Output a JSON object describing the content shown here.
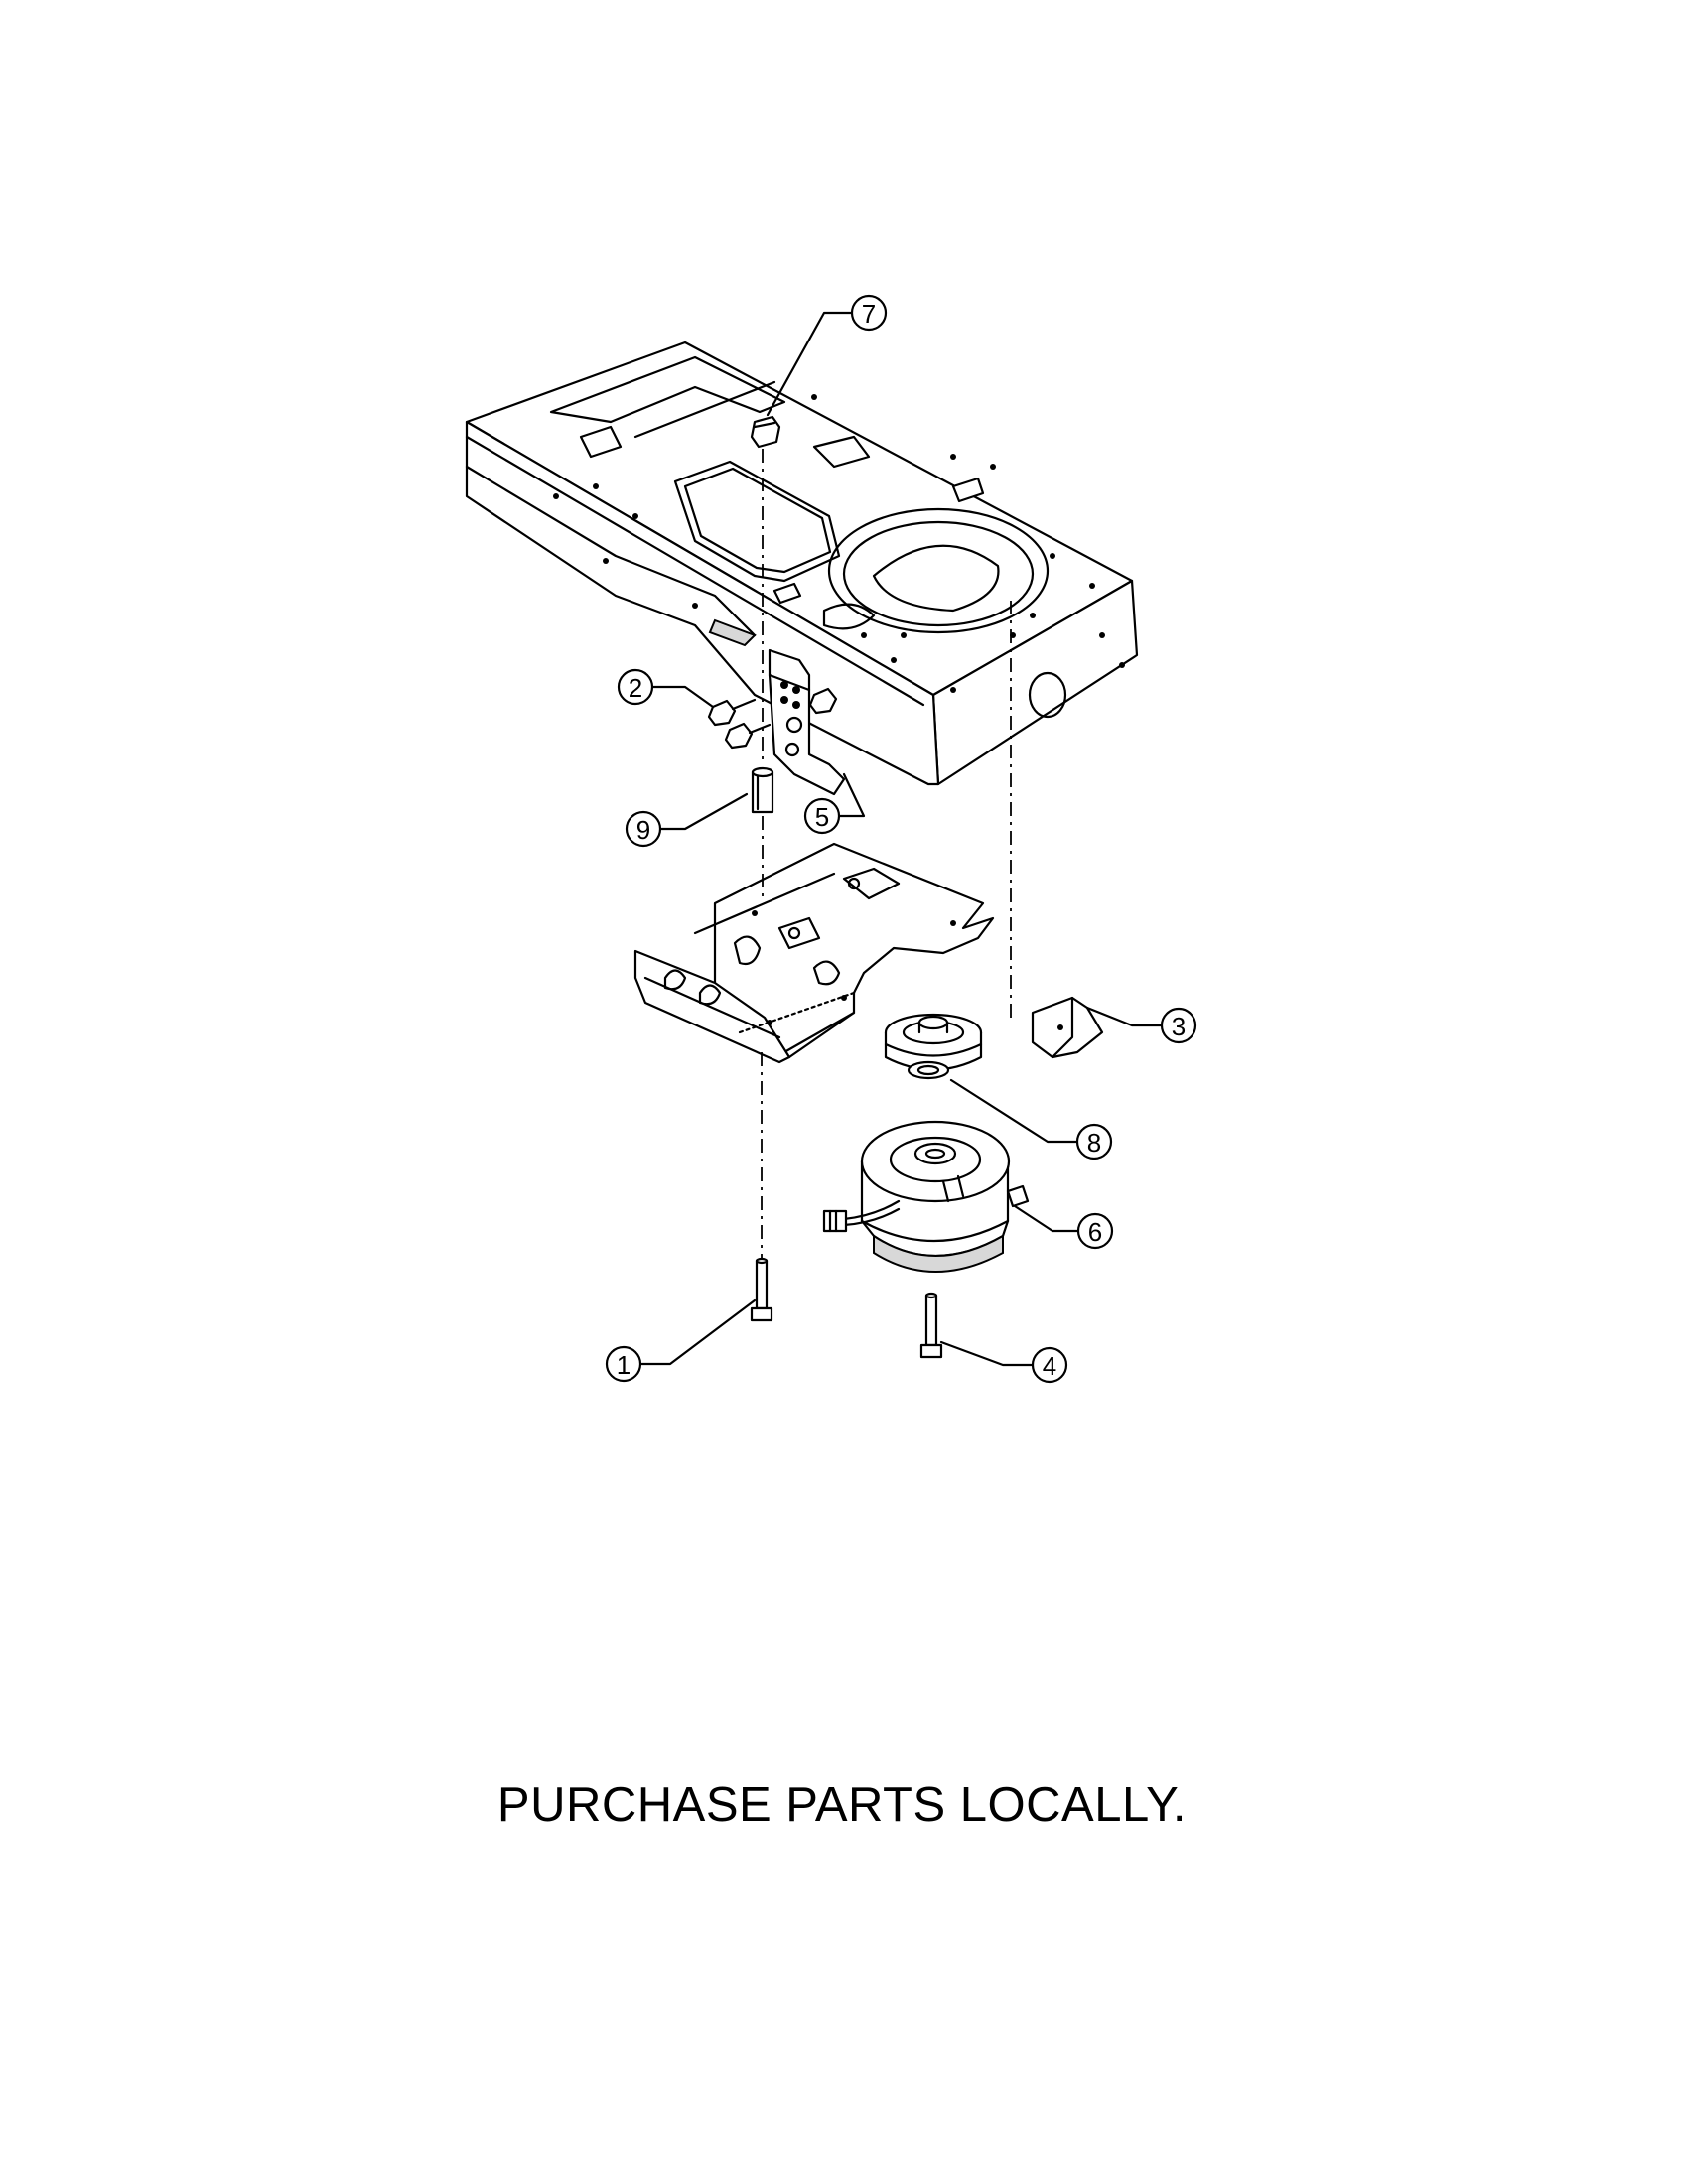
{
  "footer": {
    "note": "PURCHASE PARTS LOCALLY."
  },
  "callouts": [
    {
      "id": "1",
      "label": "1"
    },
    {
      "id": "2",
      "label": "2"
    },
    {
      "id": "3",
      "label": "3"
    },
    {
      "id": "4",
      "label": "4"
    },
    {
      "id": "5",
      "label": "5"
    },
    {
      "id": "6",
      "label": "6"
    },
    {
      "id": "7",
      "label": "7"
    },
    {
      "id": "8",
      "label": "8"
    },
    {
      "id": "9",
      "label": "9"
    }
  ]
}
